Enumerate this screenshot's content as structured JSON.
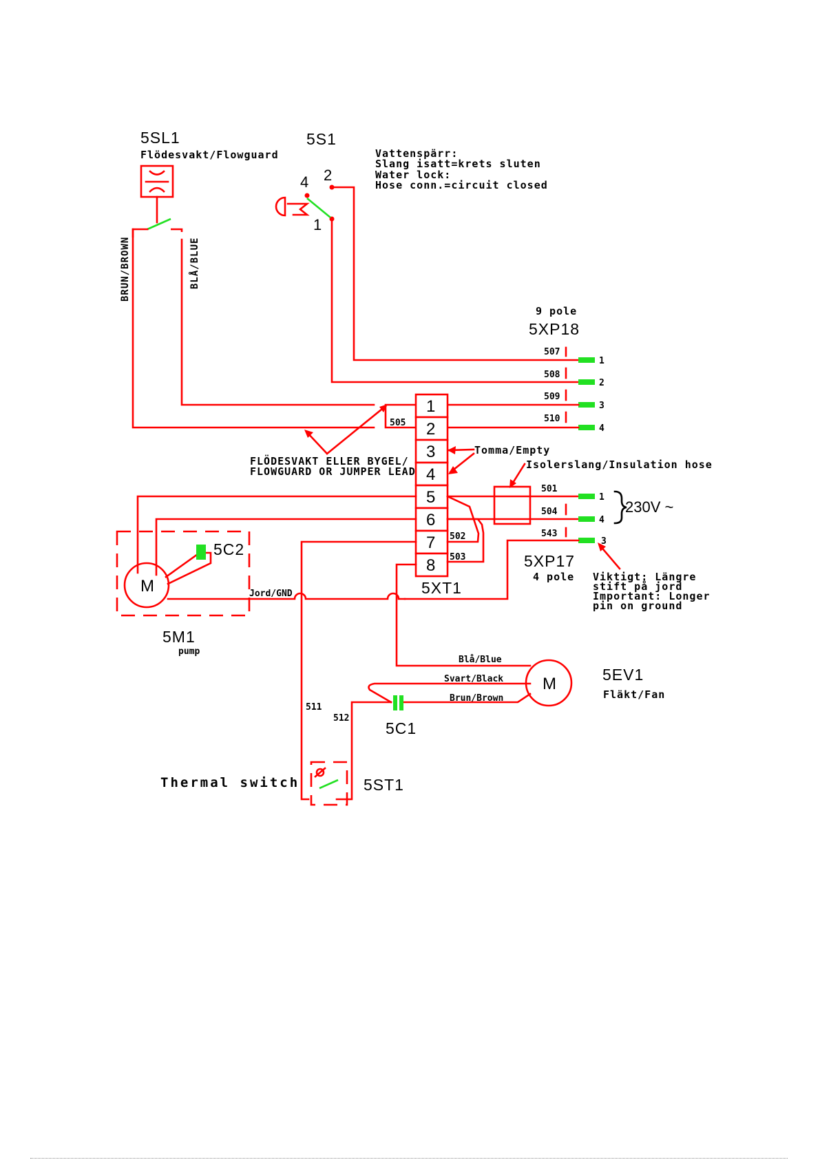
{
  "components": {
    "flowguard": {
      "ref": "5SL1",
      "label": "Flödesvakt/Flowguard"
    },
    "water_lock_switch": {
      "ref": "5S1",
      "pin_4": "4",
      "pin_2": "2",
      "pin_1": "1"
    },
    "water_lock_note": [
      "Vattenspärr:",
      "Slang isatt=krets sluten",
      "Water lock:",
      "Hose conn.=circuit closed"
    ],
    "connector_9pole": {
      "ref": "5XP18",
      "label": "9 pole"
    },
    "connector_4pole": {
      "ref": "5XP17",
      "label": "4 pole"
    },
    "terminal_block": {
      "ref": "5XT1",
      "terminals": [
        "1",
        "2",
        "3",
        "4",
        "5",
        "6",
        "7",
        "8"
      ]
    },
    "pump_motor": {
      "ref": "5M1",
      "label": "pump",
      "symbol": "M"
    },
    "pump_capacitor": {
      "ref": "5C2"
    },
    "fan_motor": {
      "ref": "5EV1",
      "label": "Fläkt/Fan",
      "symbol": "M"
    },
    "fan_capacitor": {
      "ref": "5C1"
    },
    "thermal_switch": {
      "ref": "5ST1",
      "label": "Thermal switch"
    }
  },
  "wire_labels": {
    "brun_brown": "BRUN/BROWN",
    "bla_blue": "BLÅ/BLUE",
    "jord_gnd": "Jord/GND",
    "fan_bla_blue": "Blå/Blue",
    "fan_svart_black": "Svart/Black",
    "fan_brun_brown": "Brun/Brown"
  },
  "wire_numbers": {
    "w507": "507",
    "w508": "508",
    "w509": "509",
    "w510": "510",
    "w505": "505",
    "w501": "501",
    "w504": "504",
    "w543": "543",
    "w502": "502",
    "w503": "503",
    "w511": "511",
    "w512": "512"
  },
  "connector_pins": {
    "xp18": [
      "1",
      "2",
      "3",
      "4"
    ],
    "xp17": [
      "1",
      "4",
      "3"
    ]
  },
  "annotations": {
    "jumper_line1": "FLÖDESVAKT ELLER BYGEL/",
    "jumper_line2": "FLOWGUARD OR JUMPER LEAD",
    "empty": "Tomma/Empty",
    "insulation_hose": "Isolerslang/Insulation hose",
    "voltage": "230V ~",
    "ground_note": [
      "Viktigt: Längre",
      "stift på jord",
      "Important: Longer",
      "pin on ground"
    ]
  },
  "colors": {
    "wire": "#ff0000",
    "pin_highlight": "#22e022",
    "text": "#000000"
  }
}
